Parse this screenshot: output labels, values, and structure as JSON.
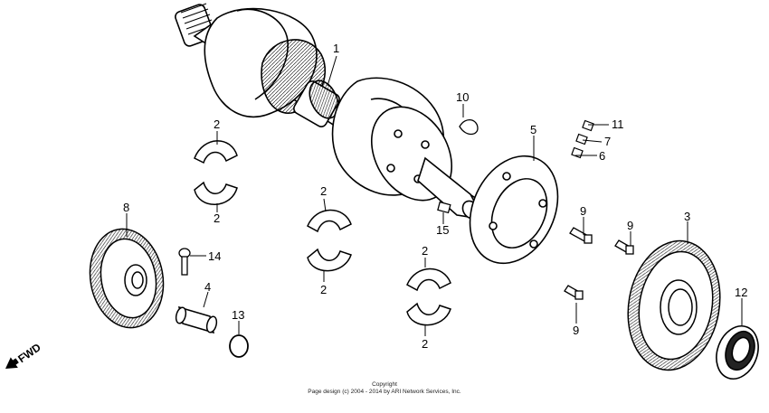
{
  "diagram": {
    "callouts": [
      "1",
      "2",
      "2",
      "2",
      "2",
      "2",
      "2",
      "3",
      "4",
      "5",
      "6",
      "7",
      "8",
      "9",
      "9",
      "9",
      "10",
      "11",
      "12",
      "13",
      "14",
      "15"
    ],
    "fwd_label": "FWD"
  },
  "footer": {
    "line1": "Copyright",
    "line2": "Page design (c) 2004 - 2014 by ARI Network Services, Inc."
  }
}
